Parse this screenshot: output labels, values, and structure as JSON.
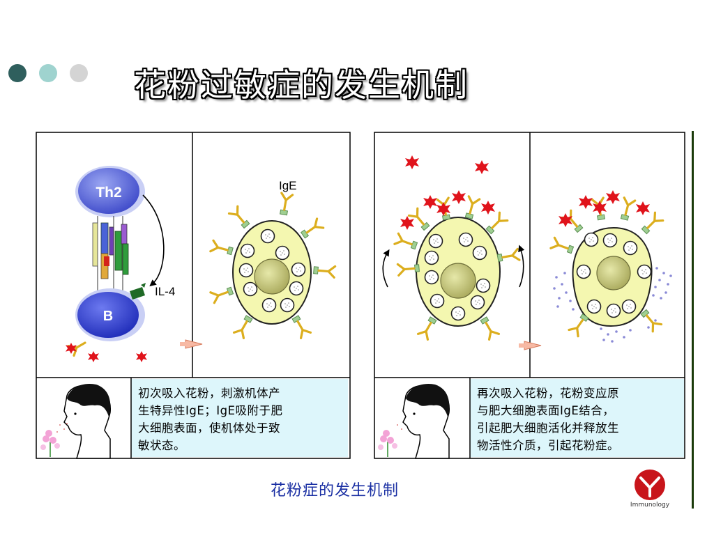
{
  "title": "花粉过敏症的发生机制",
  "subtitle": "花粉症的发生机制",
  "labels": {
    "th2": "Th2",
    "b": "B",
    "il4": "IL-4",
    "ige": "IgE"
  },
  "captions": {
    "left": [
      "初次吸入花粉，刺激机体产",
      "生特异性IgE；IgE吸附于肥",
      "大细胞表面，使机体处于致",
      "敏状态。"
    ],
    "right": [
      "再次吸入花粉，花粉变应原",
      "与肥大细胞表面IgE结合，",
      "引起肥大细胞活化并释放生",
      "物活性介质，引起花粉症。"
    ]
  },
  "logo": {
    "text": "Immunology",
    "color": "#c8151b",
    "icon": "immunology-y-logo-icon"
  },
  "colors": {
    "dot1": "#2f5f5d",
    "dot2": "#9fd3cf",
    "dot3": "#d4d4d4",
    "title_fill": "#ffffff",
    "subtitle": "#1a2fa3",
    "cell": "#f4f7b0",
    "nucleus": "#cbcc80",
    "antibody": "#dcae1e",
    "pollen": "#e0131b",
    "caption_bg": "#ddf6fb"
  }
}
